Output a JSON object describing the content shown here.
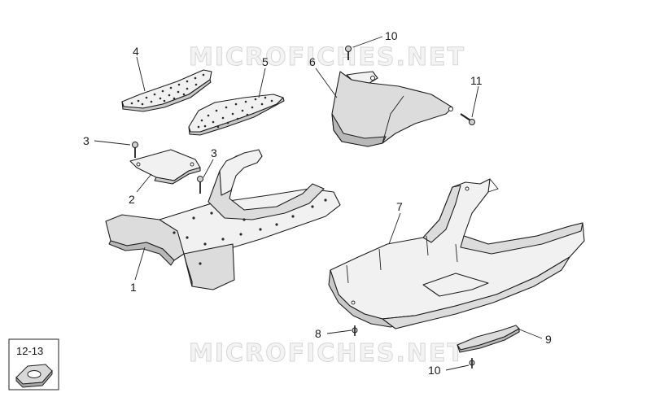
{
  "watermark": {
    "top": "MICROFICHES.NET",
    "bottom": "MICROFICHES.NET"
  },
  "callouts": {
    "c1": "1",
    "c2": "2",
    "c3a": "3",
    "c3b": "3",
    "c4": "4",
    "c5": "5",
    "c6": "6",
    "c7": "7",
    "c8": "8",
    "c9": "9",
    "c10a": "10",
    "c10b": "10",
    "c11": "11"
  },
  "reference_box": {
    "label": "12-13"
  },
  "icons": {
    "fastener": "screw-icon",
    "clip": "clip-icon"
  }
}
